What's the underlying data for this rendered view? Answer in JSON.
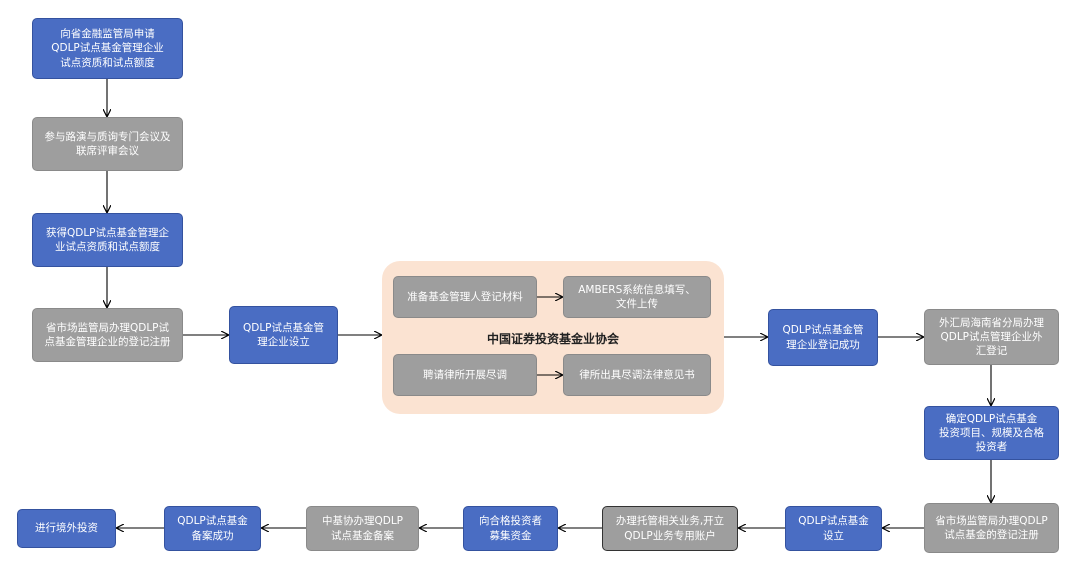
{
  "nodes": {
    "apply": "向省金融监管局申请\nQDLP试点基金管理企业\n试点资质和试点额度",
    "roadshow": "参与路演与质询专门会议及\n联席评审会议",
    "obtain": "获得QDLP试点基金管理企\n业试点资质和试点额度",
    "market_reg": "省市场监管局办理QDLP试\n点基金管理企业的登记注册",
    "mgmt_setup": "QDLP试点基金管\n理企业设立",
    "prep_materials": "准备基金管理人登记材料",
    "ambers": "AMBERS系统信息填写、\n文件上传",
    "hire_law": "聘请律所开展尽调",
    "legal_opinion": "律所出具尽调法律意见书",
    "association": "中国证券投资基金业协会",
    "mgmt_registered": "QDLP试点基金管\n理企业登记成功",
    "forex_reg": "外汇局海南省分局办理\nQDLP试点管理企业外\n汇登记",
    "determine": "确定QDLP试点基金\n投资项目、规模及合格\n投资者",
    "fund_reg": "省市场监管局办理QDLP\n试点基金的登记注册",
    "fund_setup": "QDLP试点基金\n设立",
    "custody": "办理托管相关业务,开立\nQDLP业务专用账户",
    "raise": "向合格投资者\n募集资金",
    "amac_filing": "中基协办理QDLP\n试点基金备案",
    "filed": "QDLP试点基金\n备案成功",
    "invest": "进行境外投资"
  },
  "colors": {
    "blue": "#4a6dc3",
    "gray": "#9e9e9e",
    "association_bg": "#fbe3d2"
  }
}
